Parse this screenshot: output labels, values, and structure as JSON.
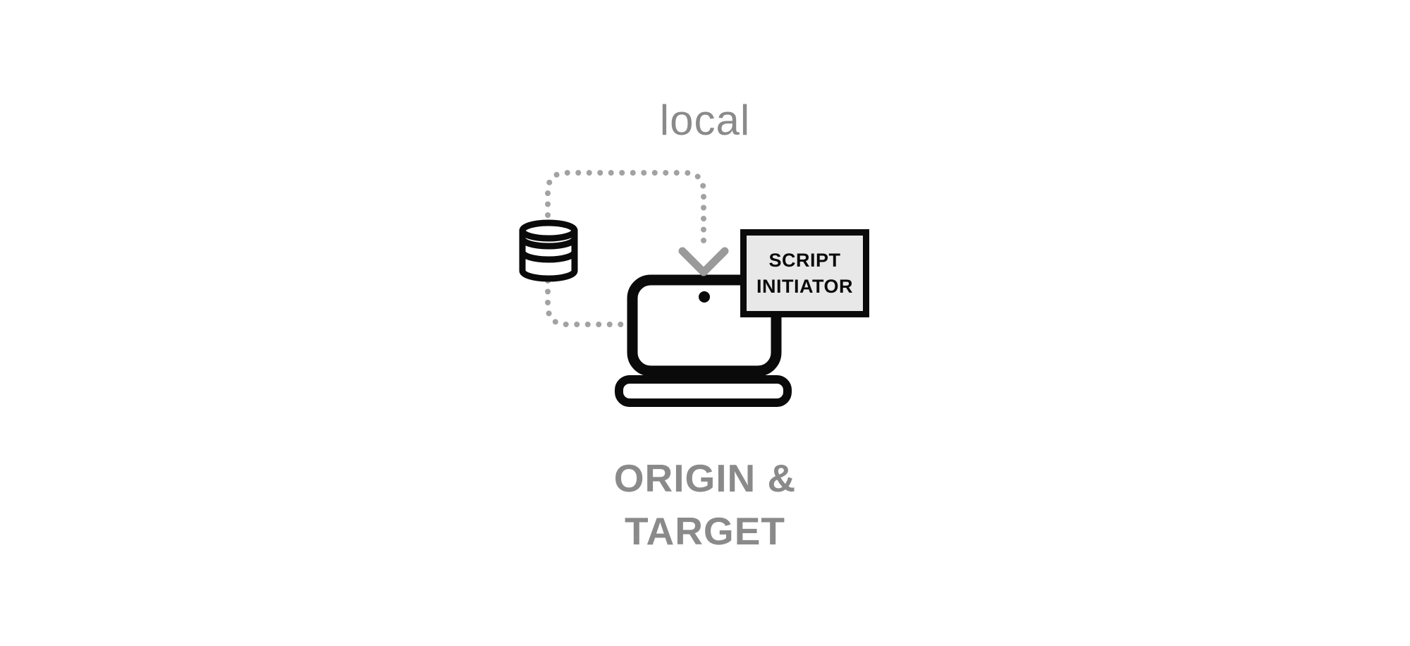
{
  "diagram": {
    "local_label": "local",
    "script_box": {
      "line1": "SCRIPT",
      "line2": "INITIATOR"
    },
    "caption": {
      "line1": "ORIGIN &",
      "line2": "TARGET"
    },
    "icons": {
      "database": "database-icon",
      "laptop": "laptop-icon",
      "arrow": "arrow-down-icon"
    },
    "colors": {
      "background": "#ffffff",
      "ink": "#0a0a0a",
      "muted_text": "#8a8a8a",
      "dots": "#a2a2a2",
      "arrow": "#9a9a9a",
      "box_fill": "#e8e8e8"
    }
  }
}
